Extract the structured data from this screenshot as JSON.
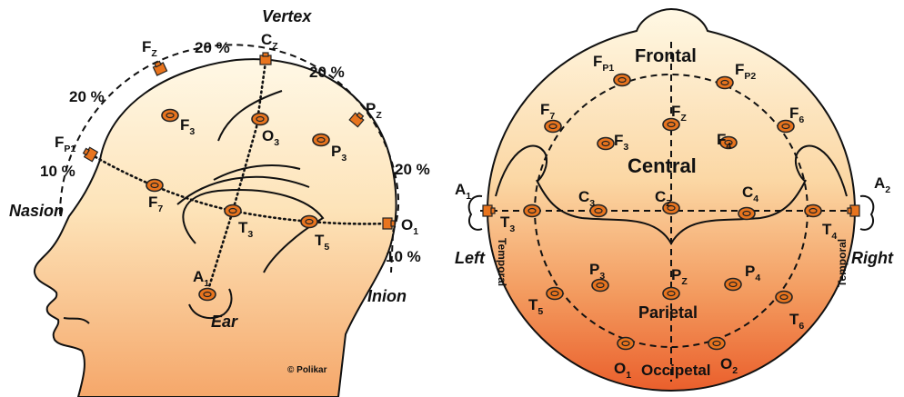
{
  "side": {
    "vertex": "Vertex",
    "nasion": "Nasion",
    "inion": "Inion",
    "ear": "Ear",
    "copyright": "© Polikar",
    "pct_top_left": "20 %",
    "pct_top_right": "20 %",
    "pct_left": "20 %",
    "pct_right": "20 %",
    "pct_front_low": "10 %",
    "pct_back_low": "10 %",
    "electrodes": {
      "fz": {
        "b": "F",
        "s": "Z"
      },
      "cz": {
        "b": "C",
        "s": "Z"
      },
      "pz": {
        "b": "P",
        "s": "Z"
      },
      "fp1": {
        "b": "F",
        "s": "P1"
      },
      "o1": {
        "b": "O",
        "s": "1"
      },
      "f3": {
        "b": "F",
        "s": "3"
      },
      "o3": {
        "b": "O",
        "s": "3"
      },
      "p3": {
        "b": "P",
        "s": "3"
      },
      "f7": {
        "b": "F",
        "s": "7"
      },
      "t3": {
        "b": "T",
        "s": "3"
      },
      "t5": {
        "b": "T",
        "s": "5"
      },
      "a1": {
        "b": "A",
        "s": "1"
      }
    }
  },
  "top": {
    "frontal": "Frontal",
    "central": "Central",
    "parietal": "Parietal",
    "occipetal": "Occipetal",
    "temporal_left": "Temporal",
    "temporal_right": "Temporal",
    "left": "Left",
    "right": "Right",
    "electrodes": {
      "fp1": {
        "b": "F",
        "s": "P1"
      },
      "fp2": {
        "b": "F",
        "s": "P2"
      },
      "f7": {
        "b": "F",
        "s": "7"
      },
      "fz": {
        "b": "F",
        "s": "Z"
      },
      "f6": {
        "b": "F",
        "s": "6"
      },
      "f3": {
        "b": "F",
        "s": "3"
      },
      "f4": {
        "b": "F",
        "s": "4"
      },
      "a1": {
        "b": "A",
        "s": "1"
      },
      "a2": {
        "b": "A",
        "s": "2"
      },
      "c3": {
        "b": "C",
        "s": "3"
      },
      "cz": {
        "b": "C",
        "s": "Z"
      },
      "c4": {
        "b": "C",
        "s": "4"
      },
      "t3": {
        "b": "T",
        "s": "3"
      },
      "t4": {
        "b": "T",
        "s": "4"
      },
      "p3": {
        "b": "P",
        "s": "3"
      },
      "pz": {
        "b": "P",
        "s": "Z"
      },
      "p4": {
        "b": "P",
        "s": "4"
      },
      "t5": {
        "b": "T",
        "s": "5"
      },
      "t6": {
        "b": "T",
        "s": "6"
      },
      "o1": {
        "b": "O",
        "s": "1"
      },
      "o2": {
        "b": "O",
        "s": "2"
      }
    }
  },
  "colors": {
    "scalp_light": "#fdf3dc",
    "scalp_mid": "#f9cf9a",
    "scalp_dark": "#ee7a3c",
    "electrode": "#e8741e"
  }
}
